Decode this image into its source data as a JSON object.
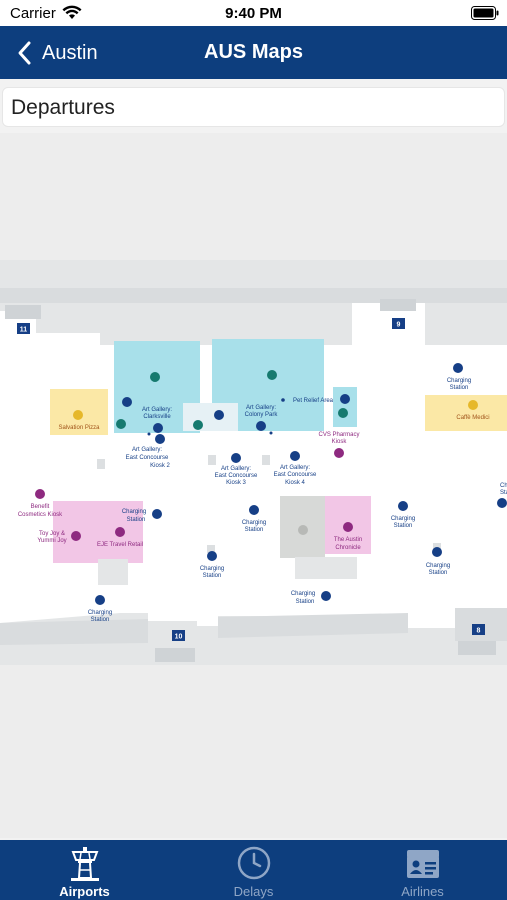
{
  "status_bar": {
    "carrier": "Carrier",
    "time": "9:40 PM"
  },
  "nav": {
    "back_label": "Austin",
    "title": "AUS Maps"
  },
  "level_selector": {
    "value": "Departures"
  },
  "map": {
    "gates": [
      "11",
      "9",
      "10",
      "8"
    ],
    "labels": {
      "salvation_pizza": "Salvation Pizza",
      "caffe_medici": "Caffè Medici",
      "pet_relief": "Pet Relief Area",
      "cvs_pharmacy_1": "CVS Pharmacy",
      "cvs_pharmacy_2": "Kiosk",
      "art_clarksville_1": "Art Gallery:",
      "art_clarksville_2": "Clarksville",
      "art_colony_1": "Art Gallery:",
      "art_colony_2": "Colony Park",
      "art_k2_1": "Art Gallery:",
      "art_k2_2": "East Concourse",
      "art_k2_3": "Kiosk 2",
      "art_k3_1": "Art Gallery:",
      "art_k3_2": "East Concourse",
      "art_k3_3": "Kiosk 3",
      "art_k4_1": "Art Gallery:",
      "art_k4_2": "East Concourse",
      "art_k4_3": "Kiosk 4",
      "benefit_1": "Benefit",
      "benefit_2": "Cosmetics Kiosk",
      "toy_joy_1": "Toy Joy &",
      "toy_joy_2": "Yummi Joy",
      "eje_travel": "EJE Travel Retail",
      "austin_chronicle_1": "The Austin",
      "austin_chronicle_2": "Chronicle",
      "charging_label_1": "Charging",
      "charging_label_2": "Station"
    },
    "colors": {
      "restroom": "#a8e0ea",
      "food": "#fbe8a6",
      "retail": "#f2c6e6",
      "icon_blue": "#163f86",
      "icon_purple": "#8e2a80",
      "food_text": "#a1541a"
    }
  },
  "tabs": [
    {
      "label": "Airports",
      "icon": "control-tower-icon",
      "active": true
    },
    {
      "label": "Delays",
      "icon": "clock-icon",
      "active": false
    },
    {
      "label": "Airlines",
      "icon": "id-card-icon",
      "active": false
    }
  ]
}
